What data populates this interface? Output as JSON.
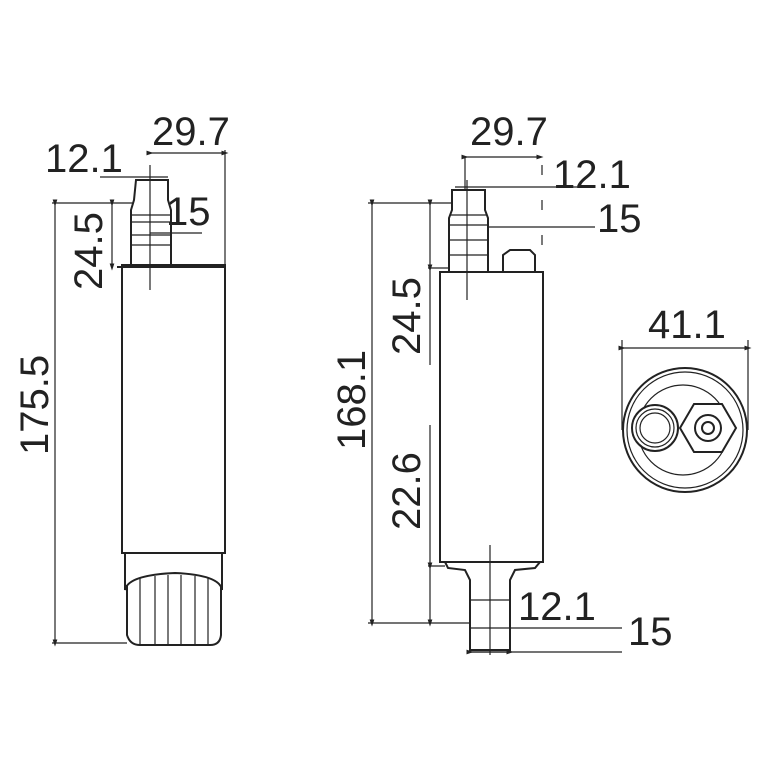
{
  "side_view": {
    "width": "29.7",
    "inlet_inner": "12.1",
    "inlet_outer": "15",
    "nozzle_height": "24.5",
    "total_height": "175.5"
  },
  "inline_view": {
    "width": "29.7",
    "inlet_inner": "12.1",
    "inlet_outer": "15",
    "top_nozzle_height": "24.5",
    "bottom_nozzle_height": "22.6",
    "total_height": "168.1",
    "outlet_inner": "12.1",
    "outlet_outer": "15"
  },
  "end_view": {
    "diameter": "41.1"
  }
}
